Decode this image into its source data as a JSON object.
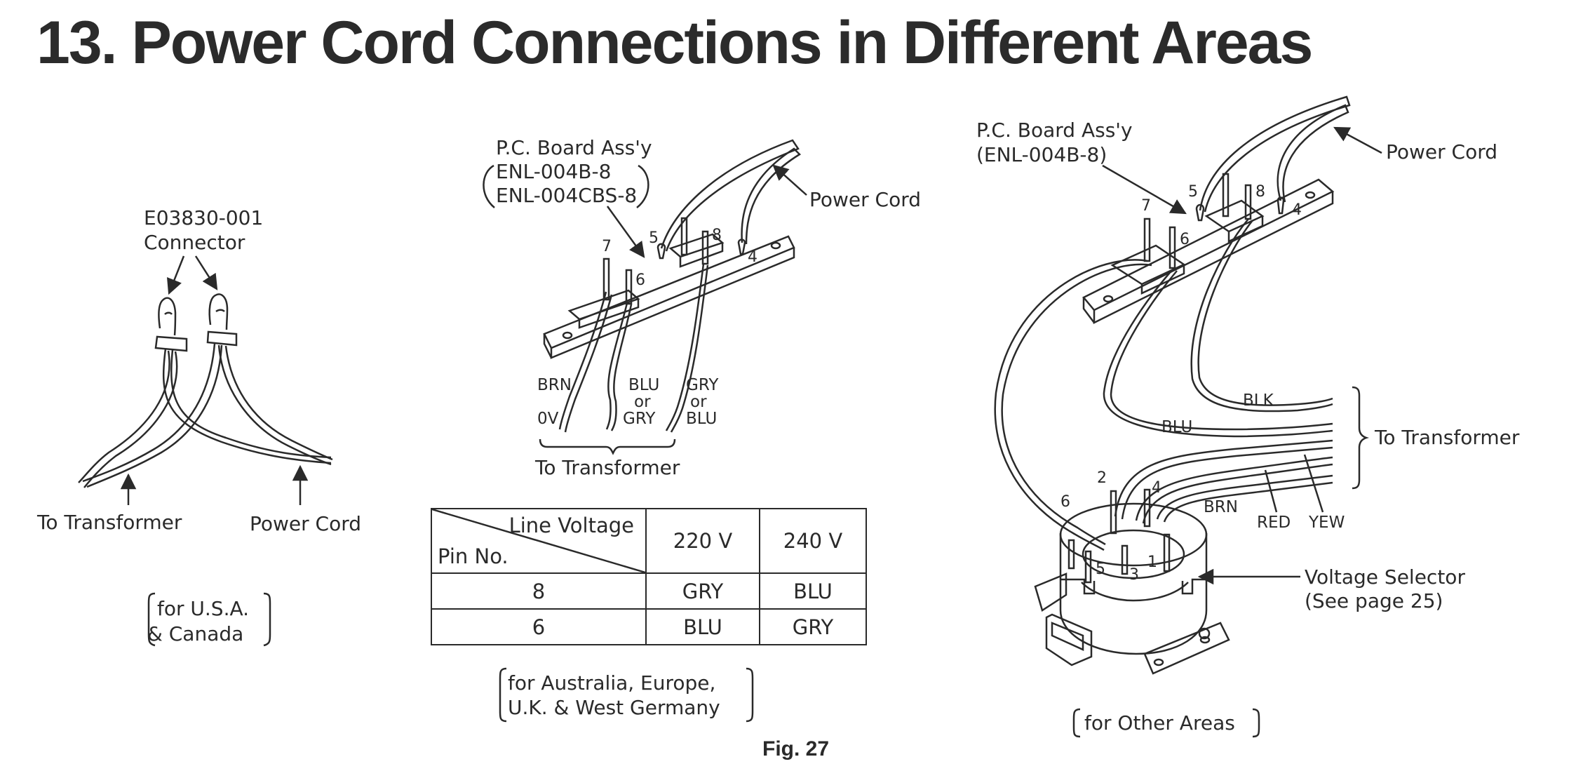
{
  "title": "13. Power Cord Connections in Different Areas",
  "figure_caption": "Fig. 27",
  "panel_usa": {
    "part_number": "E03830-001",
    "connector_label": "Connector",
    "left_label": "To Transformer",
    "right_label": "Power Cord",
    "area_line1": "for U.S.A.",
    "area_line2": "& Canada"
  },
  "panel_aus": {
    "board_label": "P.C. Board Ass'y",
    "board_part1": "ENL-004B-8",
    "board_part2": "ENL-004CBS-8",
    "power_cord_label": "Power Cord",
    "pins": [
      "7",
      "6",
      "5",
      "8",
      "4"
    ],
    "wire1_color": "BRN",
    "wire1_voltage": "0V",
    "wire2_color1": "BLU",
    "wire2_or": "or",
    "wire2_color2": "GRY",
    "wire3_color1": "GRY",
    "wire3_or": "or",
    "wire3_color2": "BLU",
    "to_transformer": "To Transformer",
    "area_line1": "for Australia, Europe,",
    "area_line2": "U.K. & West Germany",
    "table": {
      "corner_top": "Line Voltage",
      "corner_bottom": "Pin No.",
      "columns": [
        "220 V",
        "240 V"
      ],
      "rows": [
        {
          "pin": "8",
          "v220": "GRY",
          "v240": "BLU"
        },
        {
          "pin": "6",
          "v220": "BLU",
          "v240": "GRY"
        }
      ]
    }
  },
  "panel_other": {
    "board_label": "P.C. Board Ass'y",
    "board_part": "(ENL-004B-8)",
    "power_cord_label": "Power Cord",
    "board_pins": [
      "7",
      "6",
      "5",
      "8",
      "4"
    ],
    "wire_blk": "BLK",
    "wire_blu": "BLU",
    "wire_brn": "BRN",
    "wire_red": "RED",
    "wire_yew": "YEW",
    "to_transformer": "To Transformer",
    "selector_pins": [
      "6",
      "2",
      "4",
      "5",
      "3",
      "1"
    ],
    "selector_label1": "Voltage Selector",
    "selector_label2": "(See page 25)",
    "area_label": "for Other Areas"
  }
}
